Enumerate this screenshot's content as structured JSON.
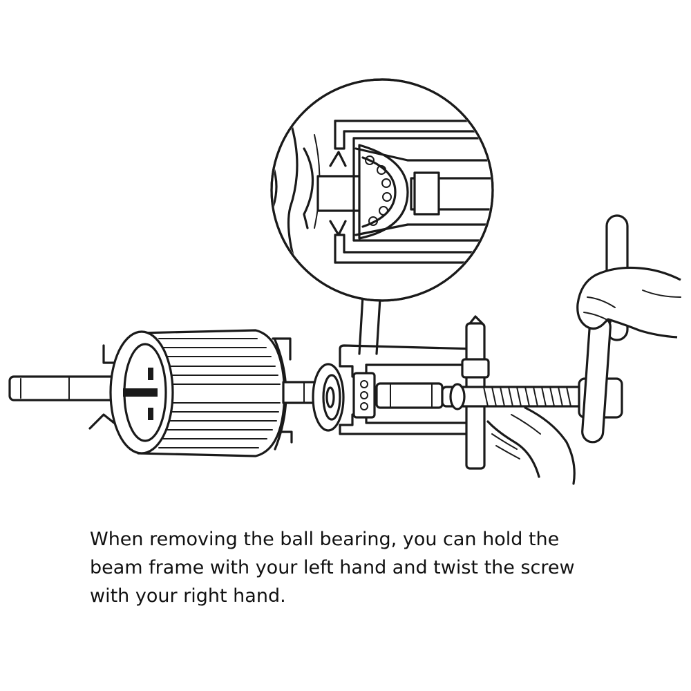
{
  "caption": "When removing the ball bearing, you can hold the beam frame with your left hand and twist the screw with your right hand.",
  "colors": {
    "ink": "#1a1a1a",
    "background": "#ffffff"
  },
  "illustration": {
    "parts": [
      "armature-rotor",
      "shaft",
      "ball-bearing",
      "bearing-puller",
      "puller-screw",
      "t-handle",
      "detail-magnifier",
      "left-hand",
      "right-hand"
    ]
  }
}
